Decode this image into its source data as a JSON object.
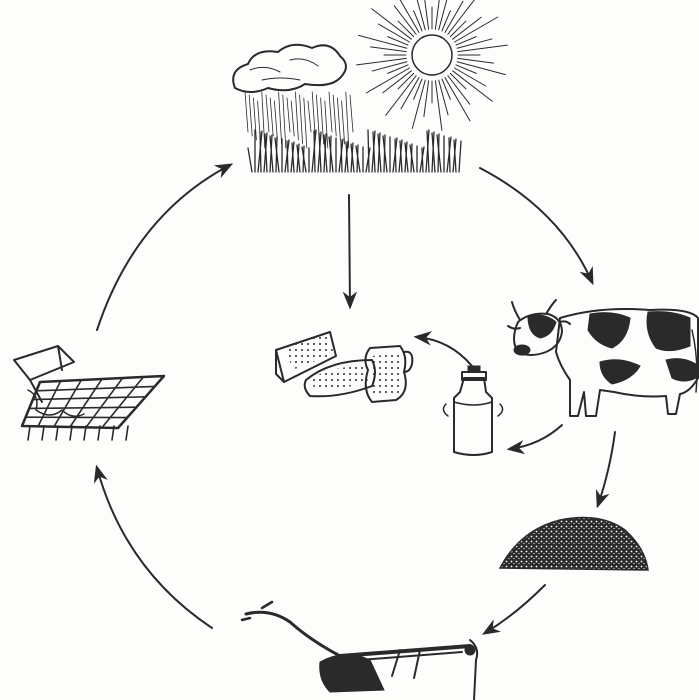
{
  "diagram": {
    "nodes": [
      {
        "id": "sun-rain-grass",
        "icon": "sun-rain-grass-icon"
      },
      {
        "id": "cow",
        "icon": "cow-icon"
      },
      {
        "id": "manure",
        "icon": "manure-pile-icon"
      },
      {
        "id": "plough",
        "icon": "plough-icon"
      },
      {
        "id": "harrow",
        "icon": "harrow-icon"
      },
      {
        "id": "milk-can",
        "icon": "milk-can-icon"
      },
      {
        "id": "dairy-products",
        "icon": "dairy-products-icon"
      }
    ],
    "edges": [
      {
        "from": "sun-rain-grass",
        "to": "cow"
      },
      {
        "from": "cow",
        "to": "manure"
      },
      {
        "from": "manure",
        "to": "plough"
      },
      {
        "from": "plough",
        "to": "harrow"
      },
      {
        "from": "harrow",
        "to": "sun-rain-grass"
      },
      {
        "from": "cow",
        "to": "milk-can"
      },
      {
        "from": "milk-can",
        "to": "dairy-products"
      },
      {
        "from": "sun-rain-grass",
        "to": "dairy-products"
      }
    ],
    "colors": {
      "ink": "#2a2a2a",
      "paper": "#fdfdfc"
    }
  }
}
